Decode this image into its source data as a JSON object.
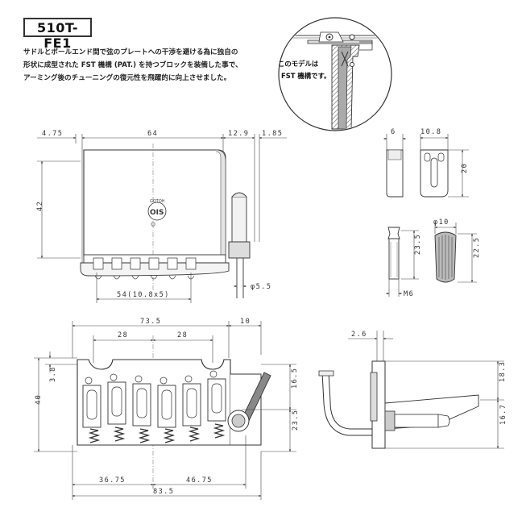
{
  "model": "510T-FE1",
  "description": [
    "サドルとボールエンド間で弦のプレートへの干渉を避ける為に独自の",
    "形状に成型された FST 機構 (PAT.) を持つブロックを装備した事で、",
    "アーミング後のチューニングの復元性を飛躍的に向上させました。"
  ],
  "callout": {
    "line1": "このモデルは",
    "line2": "FST 機構です。"
  },
  "logo": {
    "brand": "GOTOH",
    "badge": "OIS"
  },
  "dimensions": {
    "side_left_offset": "4.75",
    "side_width": "64",
    "side_right_a": "12.9",
    "side_right_b": "1.85",
    "side_height": "42",
    "side_spacing": "54(10.8x5)",
    "side_diameter": "φ5.5",
    "block_width": "6",
    "block_top": "10.8",
    "block_height": "20",
    "screw_length": "23.5",
    "screw_thread": "M6",
    "knob_diameter": "φ10",
    "knob_length": "22.5",
    "top_width": "73.5",
    "top_half_left": "28",
    "top_half_right": "28",
    "top_right": "10",
    "top_edge": "3.8",
    "top_height": "40",
    "top_right_upper": "16.5",
    "top_right_lower": "23.5",
    "top_bottom_left": "36.75",
    "top_bottom_right": "46.75",
    "top_total": "83.5",
    "profile_top": "2.6",
    "profile_upper": "18.3",
    "profile_lower": "16.7"
  }
}
